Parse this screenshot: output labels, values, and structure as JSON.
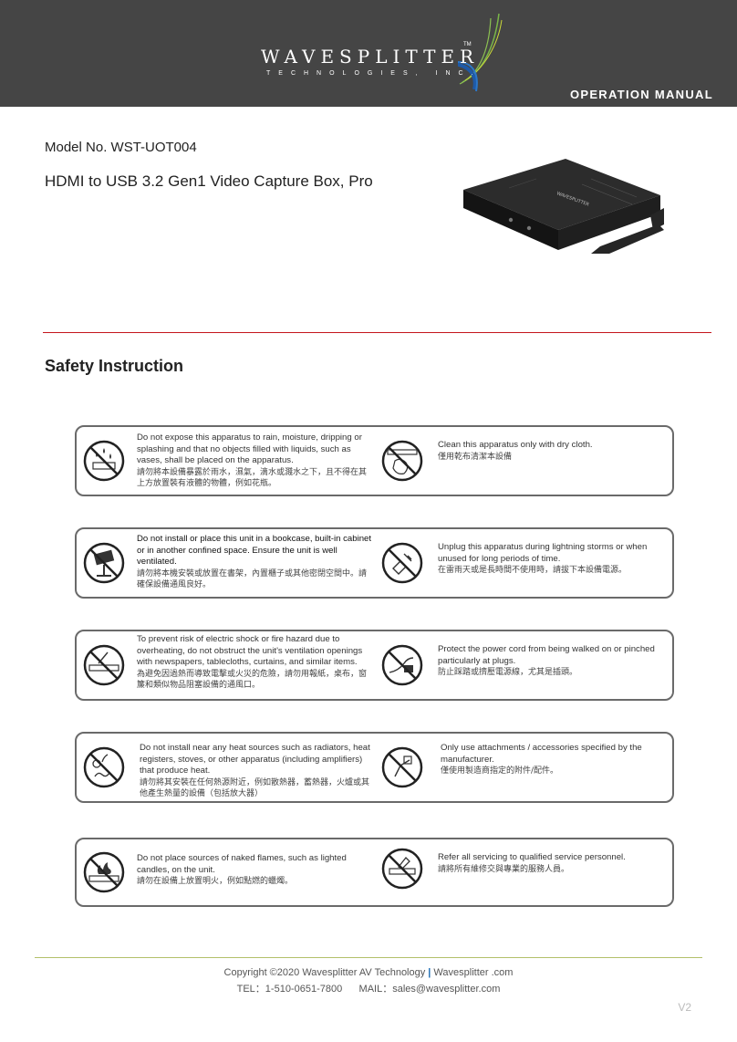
{
  "header": {
    "brand": "WAVESPLITTER",
    "brand_tm": "TM",
    "brand_sub": "TECHNOLOGIES, INC.",
    "manual_label": "OPERATION MANUAL",
    "background": "#454545"
  },
  "product": {
    "model": "Model No. WST-UOT004",
    "title": "HDMI to USB 3.2 Gen1 Video Capture Box, Pro"
  },
  "safety": {
    "heading": "Safety Instruction",
    "rows": [
      {
        "left": {
          "icon": "no-water-icon",
          "en": "Do not expose this apparatus to rain, moisture, dripping or splashing and that no objects filled with liquids, such as vases, shall be placed on the apparatus.",
          "zh": "請勿將本設備暴露於雨水，濕氣，滴水或濺水之下，且不得在其上方放置裝有液體的物體，例如花瓶。"
        },
        "right": {
          "icon": "cloth-cleaning-icon",
          "en": "Clean this apparatus only with dry cloth.",
          "zh": "僅用乾布清潔本設備"
        }
      },
      {
        "left": {
          "icon": "no-bookcase-icon",
          "en": "Do not install or place this unit in a bookcase, built-in cabinet or in another confined space. Ensure the unit is well ventilated.",
          "zh": "請勿將本機安裝或放置在書架，內置櫃子或其他密閉空間中。請確保設備通風良好。"
        },
        "right": {
          "icon": "unplug-icon",
          "en": "Unplug this apparatus during lightning storms or when unused for long periods of time.",
          "zh": "在雷雨天或是長時間不使用時，請拔下本設備電源。"
        }
      },
      {
        "left": {
          "icon": "no-cover-vents-icon",
          "en": "To prevent risk of electric shock or fire hazard due to overheating, do not obstruct the unit's ventilation openings with newspapers, tablecloths, curtains, and similar items.",
          "zh": "為避免因過熱而導致電擊或火災的危險，請勿用報紙，桌布，窗簾和類似物品阻塞設備的通風口。"
        },
        "right": {
          "icon": "power-cord-icon",
          "en": "Protect the power cord from being walked on or pinched particularly at plugs.",
          "zh": "防止踩踏或擠壓電源線，尤其是插頭。"
        }
      },
      {
        "left": {
          "icon": "no-heat-source-icon",
          "en": "Do not install near any heat sources such as radiators, heat registers, stoves, or other apparatus (including amplifiers) that produce heat.",
          "zh": "請勿將其安裝在任何熱源附近，例如散熱器，蓄熱器，火爐或其他產生熱量的設備（包括放大器）"
        },
        "right": {
          "icon": "no-unspecified-accessories-icon",
          "en": "Only use attachments / accessories specified by the manufacturer.",
          "zh": "僅使用製造商指定的附件/配件。"
        }
      },
      {
        "left": {
          "icon": "no-open-flame-icon",
          "en": "Do not place sources of naked flames, such as lighted candles, on the unit.",
          "zh": "請勿在設備上放置明火，例如點燃的蠟燭。"
        },
        "right": {
          "icon": "qualified-service-icon",
          "en": "Refer all servicing to qualified service personnel.",
          "zh": "請將所有維修交與專業的服務人員。"
        }
      }
    ]
  },
  "footer": {
    "copyright_main": "Copyright ©2020 Wavesplitter AV Technology ",
    "separator": "|",
    "copyright_site": " Wavesplitter .com",
    "contact": "TEL：1-510-0651-7800      MAIL：sales@wavesplitter.com",
    "version": "V2"
  }
}
